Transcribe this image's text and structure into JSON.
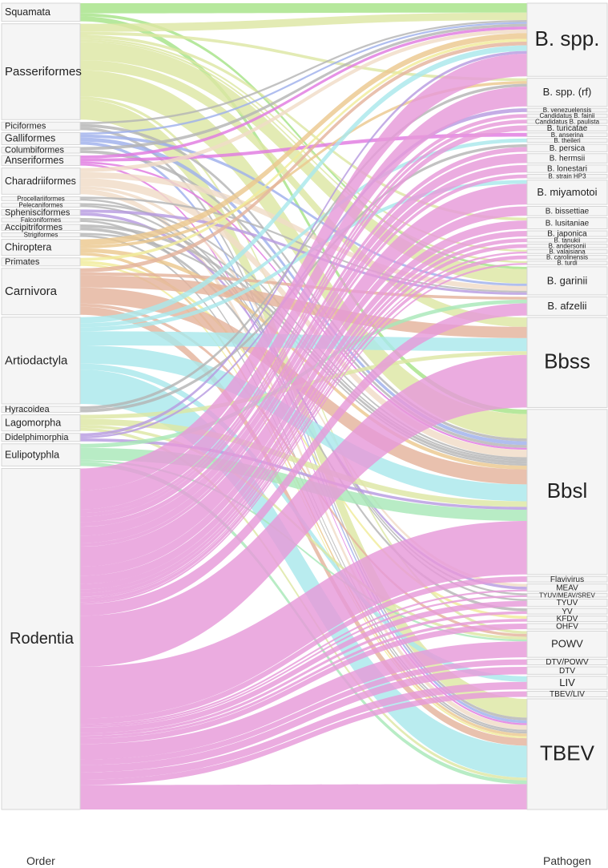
{
  "axis_labels": {
    "left": "Order",
    "right": "Pathogen"
  },
  "colors": {
    "green": "#a6e388",
    "olive": "#dde6a3",
    "pink": "#e79ad9",
    "cyan": "#a9e8ec",
    "salmon": "#e4b39c",
    "peach": "#f0dcc7",
    "orange": "#ebc88f",
    "blue": "#9fb0eb",
    "magenta": "#e07ae0",
    "mint": "#a8e8b8",
    "purple": "#b79be0",
    "yellow": "#f0ec9a",
    "gray": "#b5b5b5",
    "teal": "#5fb6b0",
    "node_fill": "#f5f5f5",
    "node_border": "#d6d6d6"
  },
  "left_nodes": [
    {
      "id": "squamata",
      "label": "Squamata",
      "value": 18,
      "color": "green"
    },
    {
      "id": "passeriformes",
      "label": "Passeriformes",
      "value": 95,
      "color": "olive"
    },
    {
      "id": "piciformes",
      "label": "Piciformes",
      "value": 8,
      "color": "gray"
    },
    {
      "id": "galliformes",
      "label": "Galliformes",
      "value": 12,
      "color": "blue"
    },
    {
      "id": "columbiformes",
      "label": "Columbiformes",
      "value": 6,
      "color": "gray"
    },
    {
      "id": "anseriformes",
      "label": "Anseriformes",
      "value": 10,
      "color": "magenta"
    },
    {
      "id": "charadriiformes",
      "label": "Charadriiformes",
      "value": 26,
      "color": "peach"
    },
    {
      "id": "procellariiformes",
      "label": "Procellariiformes",
      "value": 4,
      "color": "gray"
    },
    {
      "id": "pelecaniformes",
      "label": "Pelecaniformes",
      "value": 4,
      "color": "gray"
    },
    {
      "id": "sphenisciformes",
      "label": "Sphenisciformes",
      "value": 6,
      "color": "purple"
    },
    {
      "id": "falconiformes",
      "label": "Falconiformes",
      "value": 4,
      "color": "gray"
    },
    {
      "id": "accipitriformes",
      "label": "Accipitriformes",
      "value": 6,
      "color": "gray"
    },
    {
      "id": "strigiformes",
      "label": "Strigiformes",
      "value": 4,
      "color": "gray"
    },
    {
      "id": "chiroptera",
      "label": "Chiroptera",
      "value": 16,
      "color": "orange"
    },
    {
      "id": "primates",
      "label": "Primates",
      "value": 8,
      "color": "yellow"
    },
    {
      "id": "carnivora",
      "label": "Carnivora",
      "value": 46,
      "color": "salmon"
    },
    {
      "id": "artiodactyla",
      "label": "Artiodactyla",
      "value": 86,
      "color": "cyan"
    },
    {
      "id": "hyracoidea",
      "label": "Hyracoidea",
      "value": 6,
      "color": "gray"
    },
    {
      "id": "lagomorpha",
      "label": "Lagomorpha",
      "value": 16,
      "color": "olive"
    },
    {
      "id": "didelphimorphia",
      "label": "Didelphimorphia",
      "value": 8,
      "color": "purple"
    },
    {
      "id": "eulipotyphla",
      "label": "Eulipotyphla",
      "value": 22,
      "color": "mint"
    },
    {
      "id": "rodentia",
      "label": "Rodentia",
      "value": 338,
      "color": "pink"
    }
  ],
  "right_nodes": [
    {
      "id": "bspp",
      "label": "B. spp.",
      "value": 78
    },
    {
      "id": "bspprf",
      "label": "B. spp. (rf)",
      "value": 30
    },
    {
      "id": "bvenez",
      "label": "B. venezuelensis",
      "value": 4
    },
    {
      "id": "bfainii",
      "label": "Candidatus B. fainii",
      "value": 4
    },
    {
      "id": "bpaulista",
      "label": "Candidatus B. paulista",
      "value": 4
    },
    {
      "id": "bturicatae",
      "label": "B. turicatae",
      "value": 6
    },
    {
      "id": "banserina",
      "label": "B. anserina",
      "value": 4
    },
    {
      "id": "btheileri",
      "label": "B. theileri",
      "value": 4
    },
    {
      "id": "bpersica",
      "label": "B. persica",
      "value": 8
    },
    {
      "id": "bhermsii",
      "label": "B. hermsii",
      "value": 10
    },
    {
      "id": "blonestari",
      "label": "B. lonestari",
      "value": 8
    },
    {
      "id": "bhp3",
      "label": "B. strain HP3",
      "value": 4
    },
    {
      "id": "bmiyamotoi",
      "label": "B. miyamotoi",
      "value": 26
    },
    {
      "id": "bbissettiae",
      "label": "B. bissettiae",
      "value": 10
    },
    {
      "id": "blusitaniae",
      "label": "B. lusitaniae",
      "value": 12
    },
    {
      "id": "bjaponica",
      "label": "B. japonica",
      "value": 6
    },
    {
      "id": "btanukii",
      "label": "B. tanukii",
      "value": 4
    },
    {
      "id": "bandersonii",
      "label": "B. andersonii",
      "value": 4
    },
    {
      "id": "bvalaisiana",
      "label": "B. valaisiana",
      "value": 4
    },
    {
      "id": "bcarolinensis",
      "label": "B. carolinensis",
      "value": 4
    },
    {
      "id": "bturdi",
      "label": "B. turdi",
      "value": 4
    },
    {
      "id": "bgarinii",
      "label": "B. garinii",
      "value": 30
    },
    {
      "id": "bafzelii",
      "label": "B. afzelii",
      "value": 20
    },
    {
      "id": "bbss",
      "label": "Bbss",
      "value": 96
    },
    {
      "id": "bbsl",
      "label": "Bbsl",
      "value": 176
    },
    {
      "id": "flavivirus",
      "label": "Flavivirus",
      "value": 6
    },
    {
      "id": "meav",
      "label": "MEAV",
      "value": 8
    },
    {
      "id": "tyuvmeav",
      "label": "TYUV/MEAV/SREV",
      "value": 4
    },
    {
      "id": "tyuv",
      "label": "TYUV",
      "value": 8
    },
    {
      "id": "yv",
      "label": "YV",
      "value": 6
    },
    {
      "id": "kfdv",
      "label": "KFDV",
      "value": 6
    },
    {
      "id": "ohfv",
      "label": "OHFV",
      "value": 6
    },
    {
      "id": "powv",
      "label": "POWV",
      "value": 28
    },
    {
      "id": "dtvpowv",
      "label": "DTV/POWV",
      "value": 6
    },
    {
      "id": "dtv",
      "label": "DTV",
      "value": 8
    },
    {
      "id": "liv",
      "label": "LIV",
      "value": 14
    },
    {
      "id": "tbevliv",
      "label": "TBEV/LIV",
      "value": 6
    },
    {
      "id": "tbev",
      "label": "TBEV",
      "value": 118
    }
  ],
  "links": [
    [
      "squamata",
      "bspp",
      10
    ],
    [
      "squamata",
      "bbsl",
      5
    ],
    [
      "squamata",
      "bgarinii",
      3
    ],
    [
      "passeriformes",
      "bspp",
      8
    ],
    [
      "passeriformes",
      "bgarinii",
      18
    ],
    [
      "passeriformes",
      "bbss",
      10
    ],
    [
      "passeriformes",
      "bbsl",
      26
    ],
    [
      "passeriformes",
      "tbev",
      20
    ],
    [
      "passeriformes",
      "bspprf",
      3
    ],
    [
      "passeriformes",
      "blusitaniae",
      3
    ],
    [
      "passeriformes",
      "bturdi",
      2
    ],
    [
      "passeriformes",
      "bvalaisiana",
      2
    ],
    [
      "passeriformes",
      "powv",
      3
    ],
    [
      "piciformes",
      "bbsl",
      3
    ],
    [
      "piciformes",
      "bspp",
      2
    ],
    [
      "piciformes",
      "tbev",
      3
    ],
    [
      "galliformes",
      "bbsl",
      4
    ],
    [
      "galliformes",
      "bgarinii",
      3
    ],
    [
      "galliformes",
      "tbev",
      3
    ],
    [
      "galliformes",
      "bspp",
      2
    ],
    [
      "columbiformes",
      "bbsl",
      3
    ],
    [
      "columbiformes",
      "bspp",
      3
    ],
    [
      "anseriformes",
      "banserina",
      3
    ],
    [
      "anseriformes",
      "bspp",
      3
    ],
    [
      "anseriformes",
      "tbev",
      2
    ],
    [
      "anseriformes",
      "bbsl",
      2
    ],
    [
      "charadriiformes",
      "bgarinii",
      6
    ],
    [
      "charadriiformes",
      "bbsl",
      8
    ],
    [
      "charadriiformes",
      "tbev",
      5
    ],
    [
      "charadriiformes",
      "meav",
      3
    ],
    [
      "charadriiformes",
      "bspp",
      4
    ],
    [
      "procellariiformes",
      "bgarinii",
      2
    ],
    [
      "procellariiformes",
      "tyuv",
      2
    ],
    [
      "pelecaniformes",
      "bbsl",
      2
    ],
    [
      "pelecaniformes",
      "tyuvmeav",
      2
    ],
    [
      "sphenisciformes",
      "bgarinii",
      3
    ],
    [
      "sphenisciformes",
      "meav",
      3
    ],
    [
      "falconiformes",
      "bbsl",
      2
    ],
    [
      "falconiformes",
      "tbev",
      2
    ],
    [
      "accipitriformes",
      "bbsl",
      3
    ],
    [
      "accipitriformes",
      "yv",
      3
    ],
    [
      "strigiformes",
      "bbsl",
      2
    ],
    [
      "strigiformes",
      "tbev",
      2
    ],
    [
      "chiroptera",
      "bspp",
      6
    ],
    [
      "chiroptera",
      "bbsl",
      4
    ],
    [
      "chiroptera",
      "bspprf",
      3
    ],
    [
      "chiroptera",
      "tbev",
      3
    ],
    [
      "primates",
      "bspp",
      3
    ],
    [
      "primates",
      "kfdv",
      3
    ],
    [
      "primates",
      "tbev",
      2
    ],
    [
      "carnivora",
      "bbss",
      12
    ],
    [
      "carnivora",
      "bbsl",
      16
    ],
    [
      "carnivora",
      "tbev",
      8
    ],
    [
      "carnivora",
      "bspp",
      4
    ],
    [
      "carnivora",
      "powv",
      3
    ],
    [
      "carnivora",
      "bafzelii",
      3
    ],
    [
      "artiodactyla",
      "bbss",
      14
    ],
    [
      "artiodactyla",
      "bbsl",
      18
    ],
    [
      "artiodactyla",
      "tbev",
      34
    ],
    [
      "artiodactyla",
      "btheileri",
      4
    ],
    [
      "artiodactyla",
      "bspp",
      6
    ],
    [
      "artiodactyla",
      "liv",
      6
    ],
    [
      "artiodactyla",
      "bmiyamotoi",
      4
    ],
    [
      "hyracoidea",
      "bspprf",
      3
    ],
    [
      "hyracoidea",
      "bpersica",
      3
    ],
    [
      "lagomorpha",
      "bbsl",
      6
    ],
    [
      "lagomorpha",
      "bbss",
      4
    ],
    [
      "lagomorpha",
      "tbev",
      3
    ],
    [
      "lagomorpha",
      "powv",
      3
    ],
    [
      "didelphimorphia",
      "bbsl",
      3
    ],
    [
      "didelphimorphia",
      "bvenez",
      2
    ],
    [
      "didelphimorphia",
      "bspp",
      3
    ],
    [
      "eulipotyphla",
      "bbsl",
      12
    ],
    [
      "eulipotyphla",
      "bafzelii",
      4
    ],
    [
      "eulipotyphla",
      "tbev",
      4
    ],
    [
      "eulipotyphla",
      "powv",
      2
    ],
    [
      "rodentia",
      "bspp",
      24
    ],
    [
      "rodentia",
      "bspprf",
      21
    ],
    [
      "rodentia",
      "bfainii",
      4
    ],
    [
      "rodentia",
      "bpaulista",
      4
    ],
    [
      "rodentia",
      "bturicatae",
      6
    ],
    [
      "rodentia",
      "bpersica",
      5
    ],
    [
      "rodentia",
      "bhermsii",
      10
    ],
    [
      "rodentia",
      "blonestari",
      8
    ],
    [
      "rodentia",
      "bhp3",
      4
    ],
    [
      "rodentia",
      "bmiyamotoi",
      22
    ],
    [
      "rodentia",
      "bbissettiae",
      10
    ],
    [
      "rodentia",
      "blusitaniae",
      9
    ],
    [
      "rodentia",
      "bjaponica",
      6
    ],
    [
      "rodentia",
      "btanukii",
      4
    ],
    [
      "rodentia",
      "bandersonii",
      4
    ],
    [
      "rodentia",
      "bvalaisiana",
      2
    ],
    [
      "rodentia",
      "bcarolinensis",
      4
    ],
    [
      "rodentia",
      "bturdi",
      2
    ],
    [
      "rodentia",
      "bafzelii",
      13
    ],
    [
      "rodentia",
      "bbss",
      56
    ],
    [
      "rodentia",
      "bbsl",
      57
    ],
    [
      "rodentia",
      "flavivirus",
      6
    ],
    [
      "rodentia",
      "meav",
      2
    ],
    [
      "rodentia",
      "tyuvmeav",
      2
    ],
    [
      "rodentia",
      "tyuv",
      6
    ],
    [
      "rodentia",
      "yv",
      3
    ],
    [
      "rodentia",
      "kfdv",
      3
    ],
    [
      "rodentia",
      "ohfv",
      6
    ],
    [
      "rodentia",
      "powv",
      17
    ],
    [
      "rodentia",
      "dtvpowv",
      6
    ],
    [
      "rodentia",
      "dtv",
      8
    ],
    [
      "rodentia",
      "liv",
      8
    ],
    [
      "rodentia",
      "tbevliv",
      6
    ],
    [
      "rodentia",
      "tbev",
      27
    ],
    [
      "rodentia",
      "bgarinii",
      0
    ]
  ]
}
